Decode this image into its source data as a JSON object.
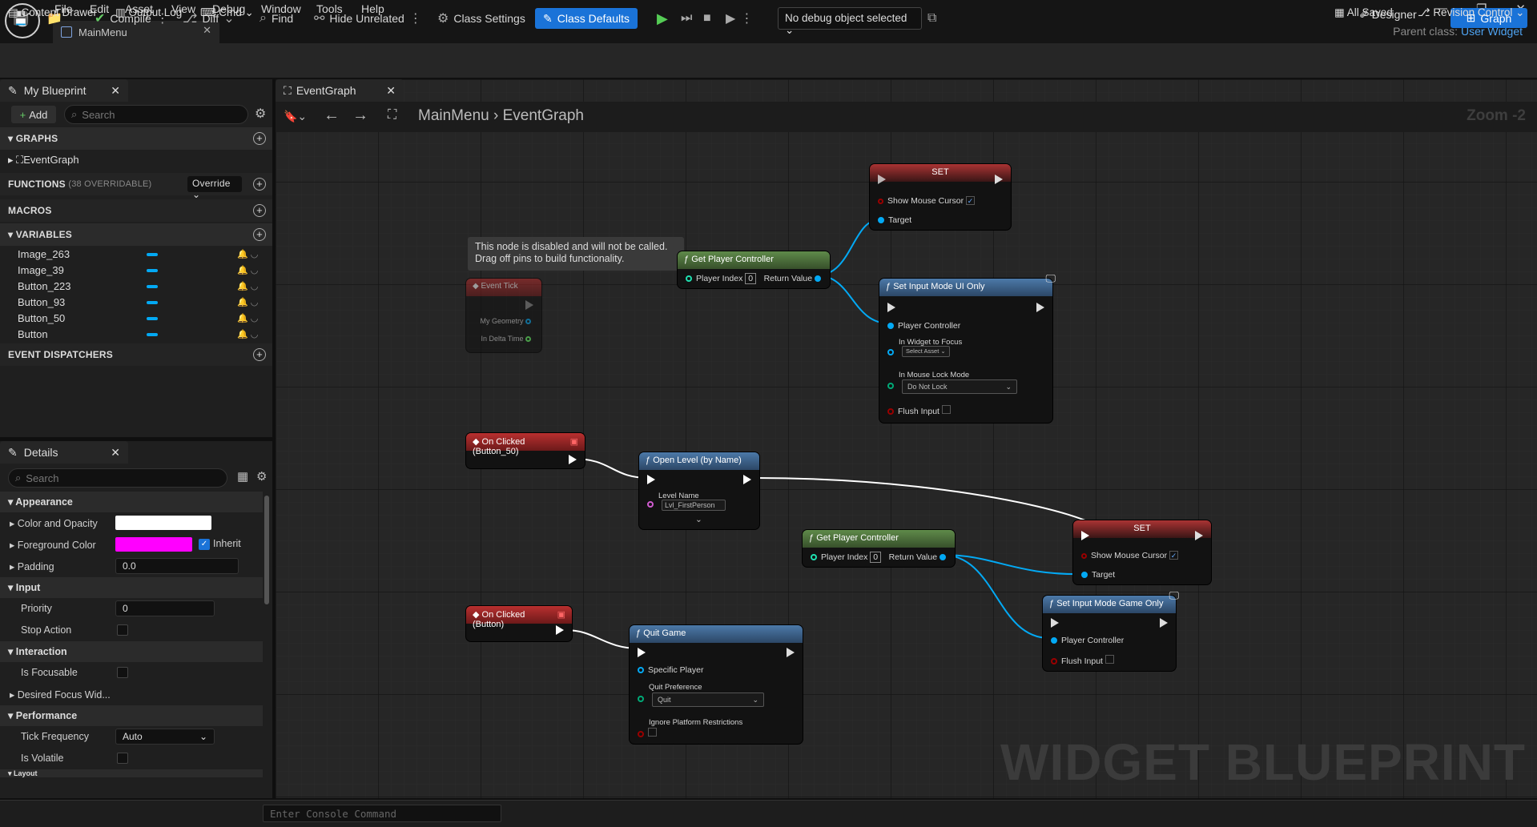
{
  "menu": [
    "File",
    "Edit",
    "Asset",
    "View",
    "Debug",
    "Window",
    "Tools",
    "Help"
  ],
  "doc_tab": "MainMenu",
  "parent_class_label": "Parent class:",
  "parent_class_value": "User Widget",
  "toolbar": {
    "compile": "Compile",
    "diff": "Diff",
    "find": "Find",
    "hide_unrelated": "Hide Unrelated",
    "class_settings": "Class Settings",
    "class_defaults": "Class Defaults",
    "debug_object": "No debug object selected",
    "designer": "Designer",
    "graph": "Graph"
  },
  "my_blueprint": {
    "title": "My Blueprint",
    "add": "Add",
    "search_placeholder": "Search",
    "graphs_header": "GRAPHS",
    "event_graph": "EventGraph",
    "functions_header": "FUNCTIONS",
    "functions_note": "(38 OVERRIDABLE)",
    "override": "Override",
    "macros_header": "MACROS",
    "variables_header": "VARIABLES",
    "variables": [
      "Image_263",
      "Image_39",
      "Button_223",
      "Button_93",
      "Button_50",
      "Button"
    ],
    "event_dispatchers_header": "EVENT DISPATCHERS"
  },
  "details": {
    "title": "Details",
    "search_placeholder": "Search",
    "appearance": "Appearance",
    "color_opacity": "Color and Opacity",
    "foreground_color": "Foreground Color",
    "inherit": "Inherit",
    "padding": "Padding",
    "padding_value": "0.0",
    "input": "Input",
    "priority": "Priority",
    "priority_value": "0",
    "stop_action": "Stop Action",
    "interaction": "Interaction",
    "is_focusable": "Is Focusable",
    "desired_focus": "Desired Focus Wid...",
    "performance": "Performance",
    "tick_frequency": "Tick Frequency",
    "tick_value": "Auto",
    "is_volatile": "Is Volatile",
    "layout": "Layout",
    "colors": {
      "color_opacity": "#ffffff",
      "foreground": "#ff00ff"
    }
  },
  "graph": {
    "tab": "EventGraph",
    "crumb_root": "MainMenu",
    "crumb_leaf": "EventGraph",
    "zoom": "Zoom -2",
    "watermark": "WIDGET BLUEPRINT",
    "disabled_note_1": "This node is disabled and will not be called.",
    "disabled_note_2": "Drag off pins to build functionality.",
    "event_tick": {
      "title": "Event Tick",
      "my_geometry": "My Geometry",
      "delta": "In Delta Time"
    },
    "gpc1": {
      "title": "Get Player Controller",
      "player_index": "Player Index",
      "index_value": "0",
      "return_value": "Return Value"
    },
    "set1": {
      "title": "SET",
      "show_cursor": "Show Mouse Cursor",
      "target": "Target"
    },
    "ui_only": {
      "title": "Set Input Mode UI Only",
      "player_controller": "Player Controller",
      "widget_focus": "In Widget to Focus",
      "select_asset": "Select Asset",
      "mouse_lock": "In Mouse Lock Mode",
      "mouse_lock_value": "Do Not Lock",
      "flush": "Flush Input"
    },
    "on_clicked_50": "On Clicked (Button_50)",
    "open_level": {
      "title": "Open Level (by Name)",
      "level_name": "Level Name",
      "level_value": "Lvl_FirstPerson"
    },
    "gpc2": {
      "title": "Get Player Controller",
      "player_index": "Player Index",
      "index_value": "0",
      "return_value": "Return Value"
    },
    "set2": {
      "title": "SET",
      "show_cursor": "Show Mouse Cursor",
      "target": "Target"
    },
    "game_only": {
      "title": "Set Input Mode Game Only",
      "player_controller": "Player Controller",
      "flush": "Flush Input"
    },
    "on_clicked_btn": "On Clicked (Button)",
    "quit": {
      "title": "Quit Game",
      "specific_player": "Specific Player",
      "quit_pref": "Quit Preference",
      "quit_value": "Quit",
      "ignore": "Ignore Platform Restrictions"
    }
  },
  "status": {
    "content_drawer": "Content Drawer",
    "output_log": "Output Log",
    "cmd": "Cmd",
    "console_placeholder": "Enter Console Command",
    "all_saved": "All Saved",
    "revision": "Revision Control"
  }
}
